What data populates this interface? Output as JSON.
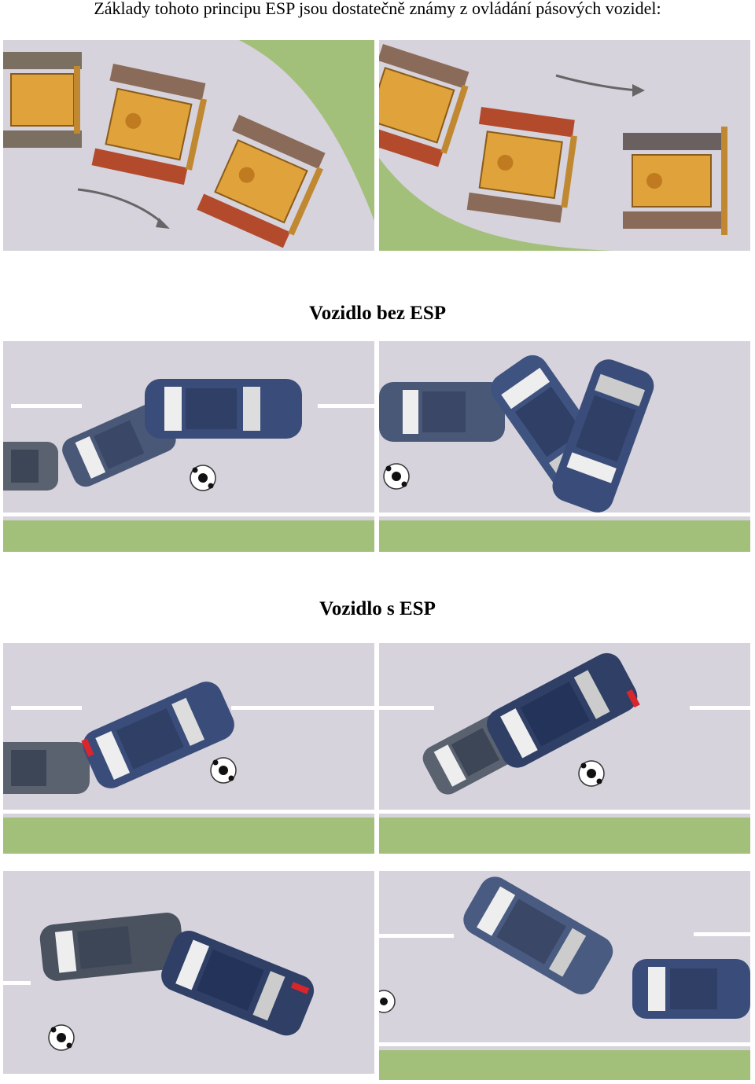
{
  "intro": "Základy tohoto principu ESP jsou dostatečně známy z ovládání pásových vozidel:",
  "caption_without_esp": "Vozidlo bez ESP",
  "caption_with_esp": "Vozidlo s ESP",
  "colors": {
    "road": "#d6d3dc",
    "grass": "#a3c07a",
    "car_blue": "#3a4d7a",
    "car_gray": "#5a6270",
    "tracked_vehicle": "#e0a23a",
    "brake_light": "#d8262c"
  },
  "icons": [
    "tracked-vehicle-icon",
    "car-icon",
    "soccer-ball-icon",
    "arrow-icon",
    "brake-light-icon"
  ]
}
